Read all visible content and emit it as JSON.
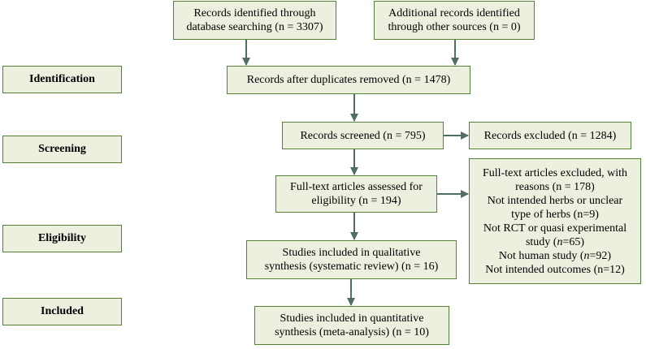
{
  "colors": {
    "box_fill": "#ebf1de",
    "box_border": "#548235",
    "arrow": "#4f6f5f"
  },
  "stages": {
    "identification": "Identification",
    "screening": "Screening",
    "eligibility": "Eligibility",
    "included": "Included"
  },
  "boxes": {
    "database": [
      "Records identified through",
      "database searching (n = 3307)"
    ],
    "other_sources": [
      "Additional records identified",
      "through other sources (n = 0)"
    ],
    "duplicates_removed": [
      "Records after duplicates removed (n = 1478)"
    ],
    "screened": [
      "Records screened (n = 795)"
    ],
    "excluded": [
      "Records excluded (n = 1284)"
    ],
    "fulltext": [
      "Full-text articles assessed for",
      "eligibility (n = 194)"
    ],
    "fulltext_excluded": {
      "lines": [
        "Full-text articles excluded, with",
        "reasons (n = 178)",
        "Not intended herbs or unclear",
        "type of herbs (n=9)"
      ],
      "rct_line1": "Not RCT or quasi experimental",
      "rct_pre": "study (",
      "rct_n": "n",
      "rct_post": "=65)",
      "human_pre": "Not human study (",
      "human_n": "n",
      "human_post": "=92)",
      "outcomes": "Not intended outcomes (n=12)"
    },
    "qualitative": [
      "Studies included in qualitative",
      "synthesis (systematic review) (n = 16)"
    ],
    "quantitative": [
      "Studies included in quantitative",
      "synthesis (meta-analysis) (n = 10)"
    ]
  }
}
